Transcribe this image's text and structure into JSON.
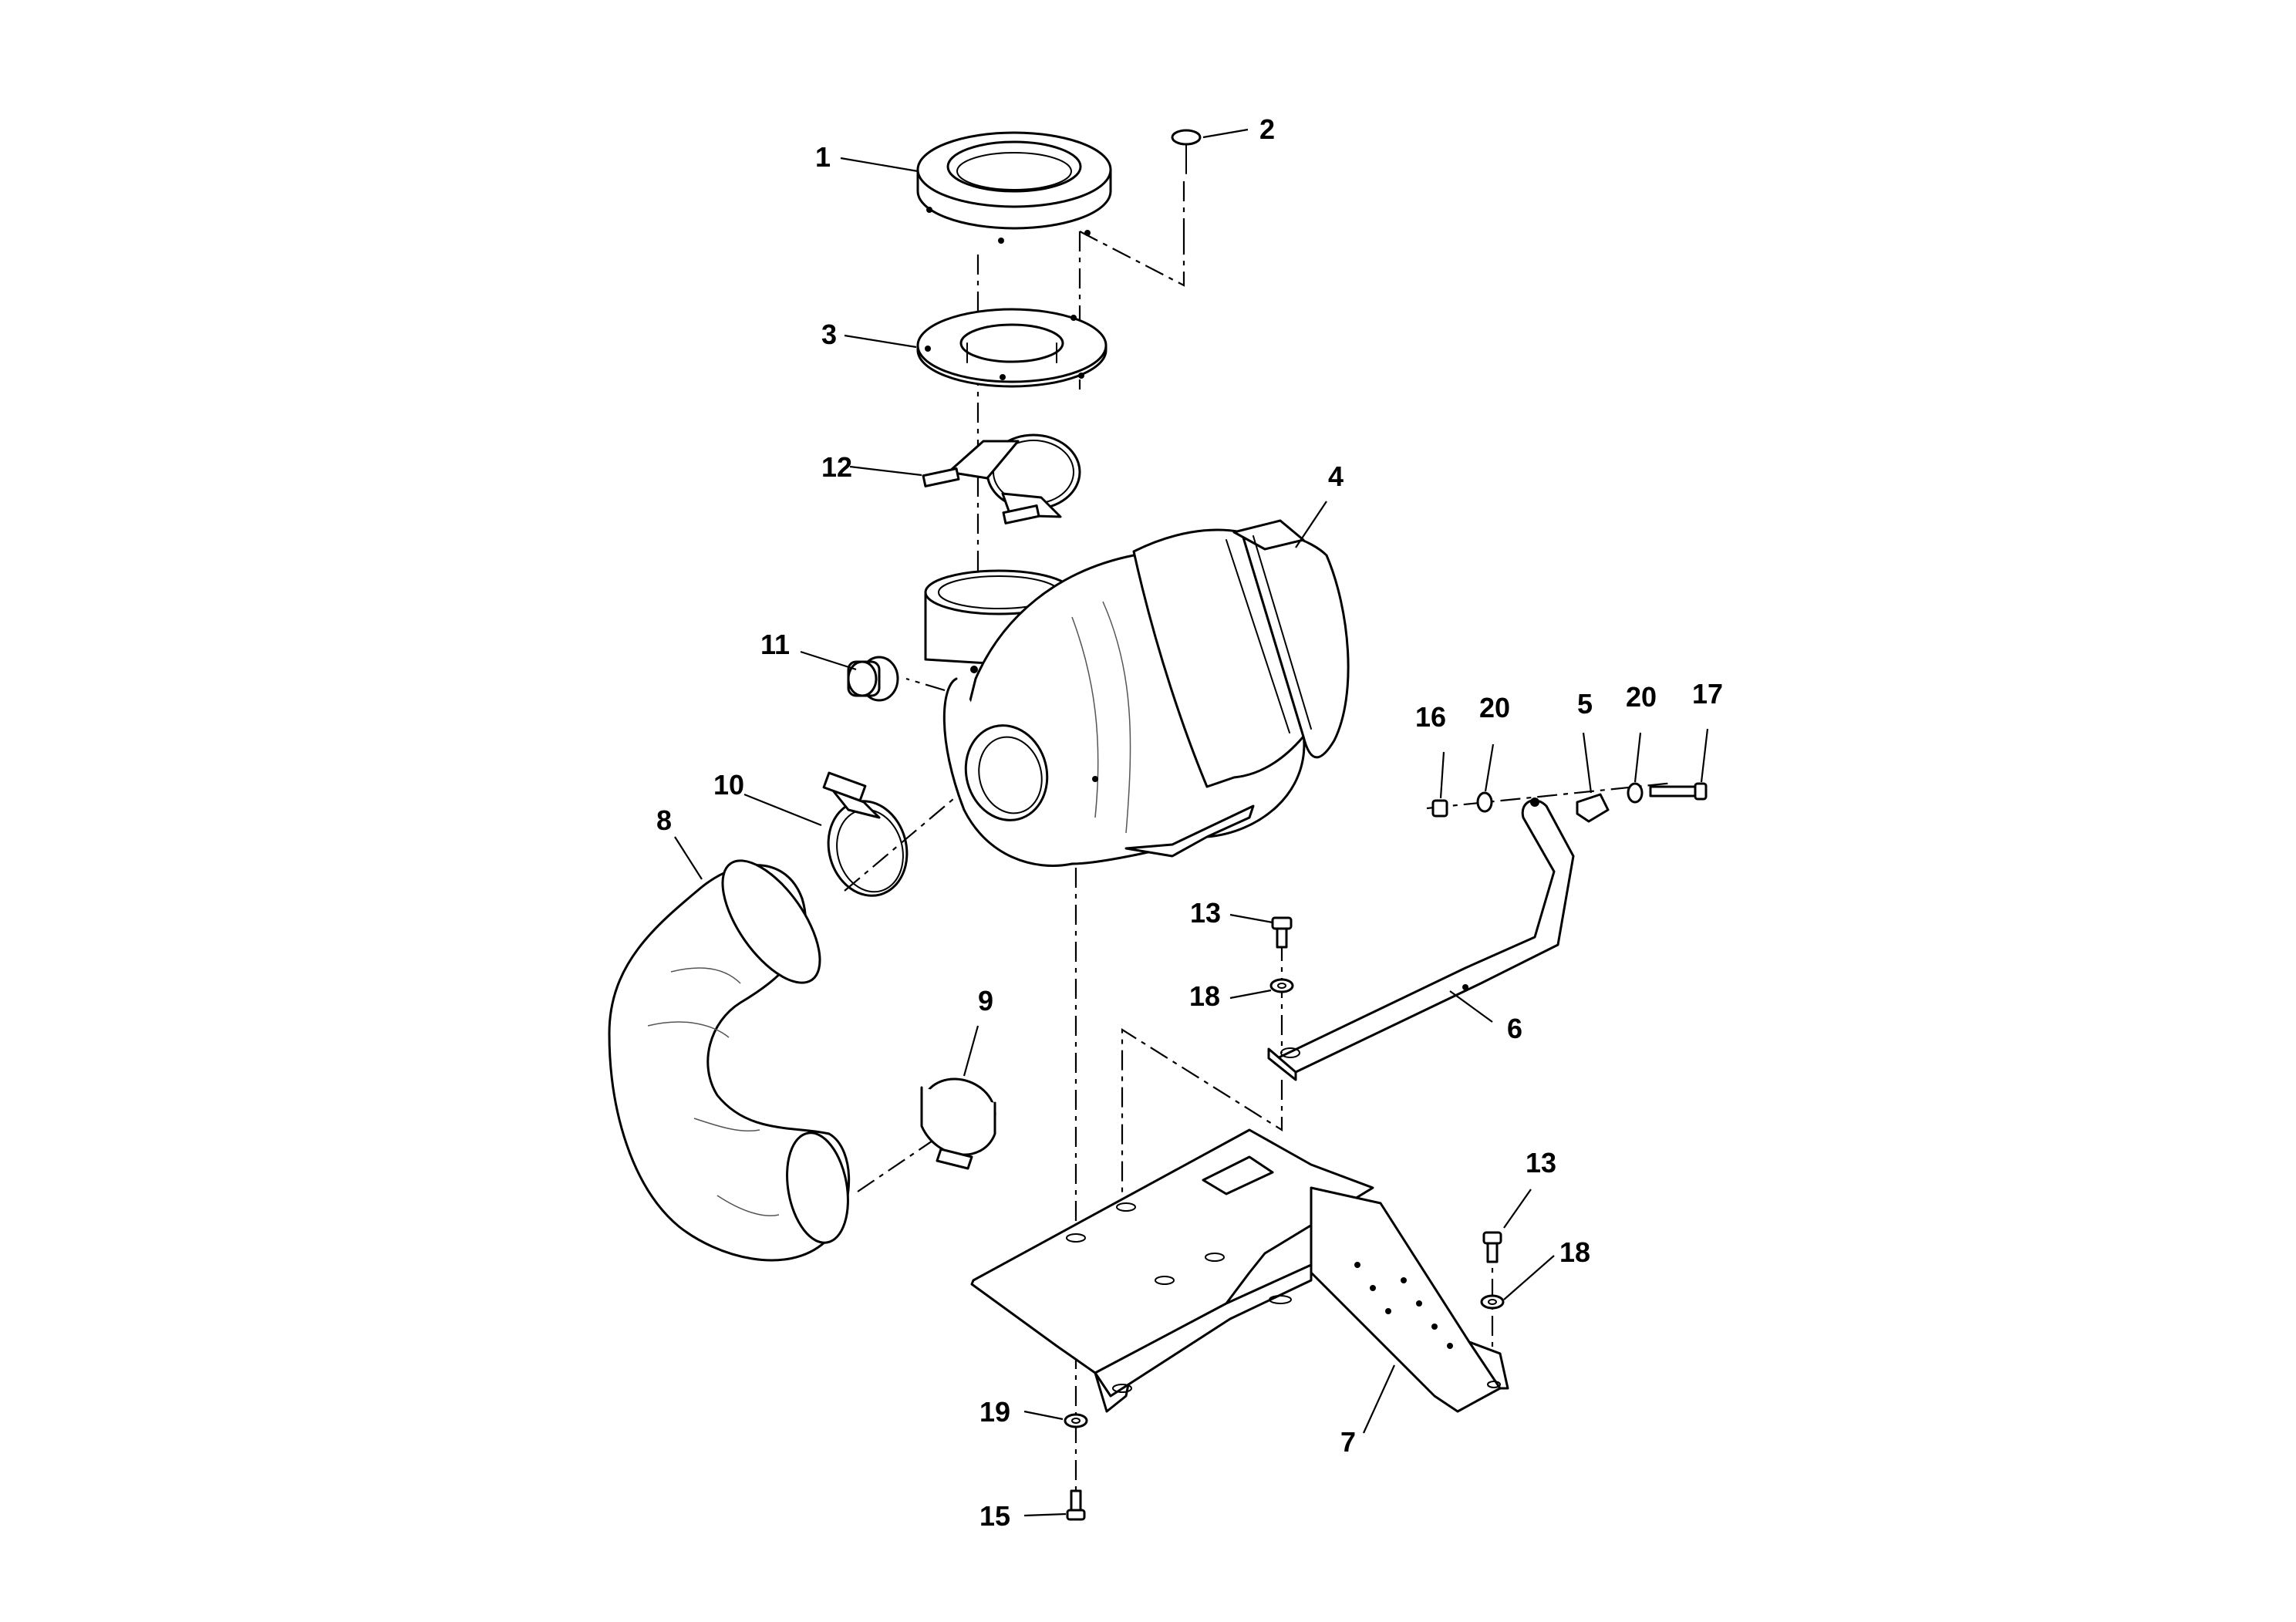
{
  "callouts": [
    "1",
    "2",
    "3",
    "4",
    "5",
    "6",
    "7",
    "8",
    "9",
    "10",
    "11",
    "12",
    "13",
    "13",
    "15",
    "16",
    "17",
    "18",
    "18",
    "19",
    "20",
    "20"
  ],
  "parts": [
    {
      "ref": "1",
      "icon": "intake-ring-icon"
    },
    {
      "ref": "2",
      "icon": "rivet-icon"
    },
    {
      "ref": "3",
      "icon": "gasket-plate-icon"
    },
    {
      "ref": "4",
      "icon": "air-filter-housing-icon"
    },
    {
      "ref": "5",
      "icon": "rubber-mount-icon"
    },
    {
      "ref": "6",
      "icon": "support-bracket-icon"
    },
    {
      "ref": "7",
      "icon": "mounting-bracket-icon"
    },
    {
      "ref": "8",
      "icon": "intake-hose-icon"
    },
    {
      "ref": "9",
      "icon": "hose-clamp-icon"
    },
    {
      "ref": "10",
      "icon": "hose-clamp-icon"
    },
    {
      "ref": "11",
      "icon": "vacuator-valve-icon"
    },
    {
      "ref": "12",
      "icon": "u-bolt-clamp-icon"
    },
    {
      "ref": "13",
      "icon": "bolt-icon"
    },
    {
      "ref": "15",
      "icon": "bolt-icon"
    },
    {
      "ref": "16",
      "icon": "nut-icon"
    },
    {
      "ref": "17",
      "icon": "bolt-icon"
    },
    {
      "ref": "18",
      "icon": "washer-icon"
    },
    {
      "ref": "19",
      "icon": "washer-icon"
    },
    {
      "ref": "20",
      "icon": "washer-icon"
    }
  ],
  "colors": {
    "line": "#000000",
    "background": "#ffffff"
  }
}
